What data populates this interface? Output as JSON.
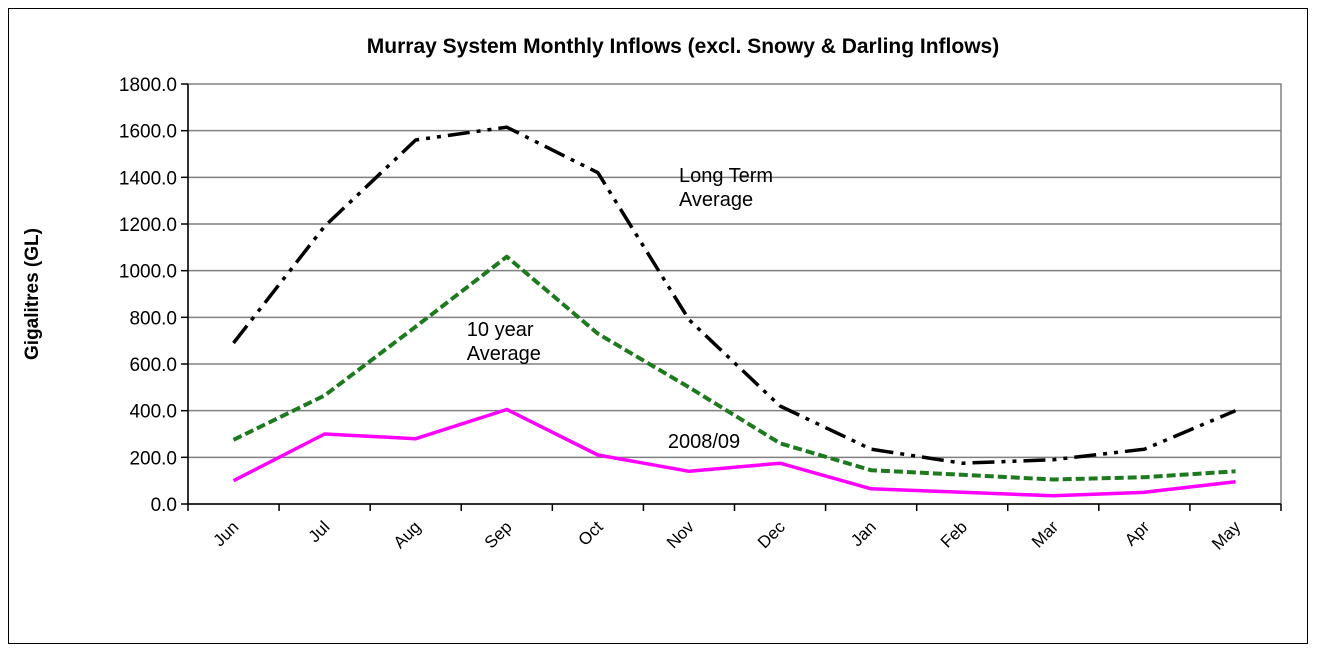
{
  "chart_data": {
    "type": "line",
    "title": "Murray System Monthly Inflows (excl. Snowy & Darling Inflows)",
    "xlabel": "",
    "ylabel": "Gigalitres (GL)",
    "ylim": [
      0,
      1800
    ],
    "yticks": [
      "0.0",
      "200.0",
      "400.0",
      "600.0",
      "800.0",
      "1000.0",
      "1200.0",
      "1400.0",
      "1600.0",
      "1800.0"
    ],
    "categories": [
      "Jun",
      "Jul",
      "Aug",
      "Sep",
      "Oct",
      "Nov",
      "Dec",
      "Jan",
      "Feb",
      "Mar",
      "Apr",
      "May"
    ],
    "grid": true,
    "series": [
      {
        "name": "Long Term Average",
        "color": "#000000",
        "style": "dash-dot-dot",
        "values": [
          690,
          1190,
          1560,
          1615,
          1420,
          790,
          420,
          235,
          175,
          190,
          235,
          400
        ]
      },
      {
        "name": "10 year Average",
        "color": "#1f7a1f",
        "style": "dashed",
        "values": [
          275,
          465,
          760,
          1060,
          730,
          500,
          260,
          145,
          125,
          105,
          115,
          140
        ]
      },
      {
        "name": "2008/09",
        "color": "#ff00ff",
        "style": "solid",
        "values": [
          100,
          300,
          280,
          405,
          210,
          140,
          175,
          65,
          50,
          35,
          50,
          95
        ]
      }
    ],
    "annotations": [
      {
        "lines": [
          "Long Term",
          "Average"
        ],
        "near_category": "Nov",
        "near_value": 1380
      },
      {
        "lines": [
          "10 year",
          "Average"
        ],
        "near_category": "Sep",
        "near_value": 720
      },
      {
        "lines": [
          "2008/09"
        ],
        "near_category": "Oct",
        "near_value": 240
      }
    ]
  }
}
